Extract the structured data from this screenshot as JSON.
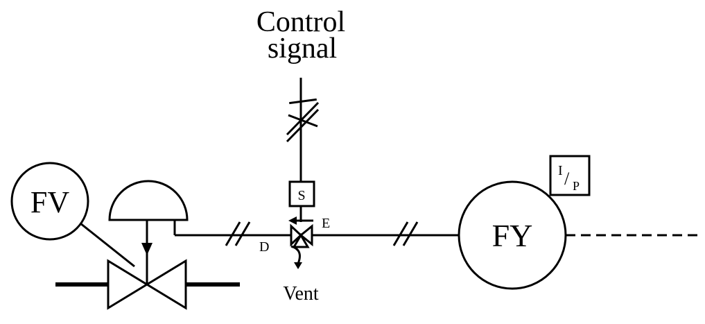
{
  "labels": {
    "control_signal_line1": "Control",
    "control_signal_line2": "signal",
    "fv": "FV",
    "fy": "FY",
    "solenoid": "S",
    "port_e": "E",
    "port_d": "D",
    "vent": "Vent",
    "ip_i": "I",
    "ip_slash": "/",
    "ip_p": "P"
  }
}
